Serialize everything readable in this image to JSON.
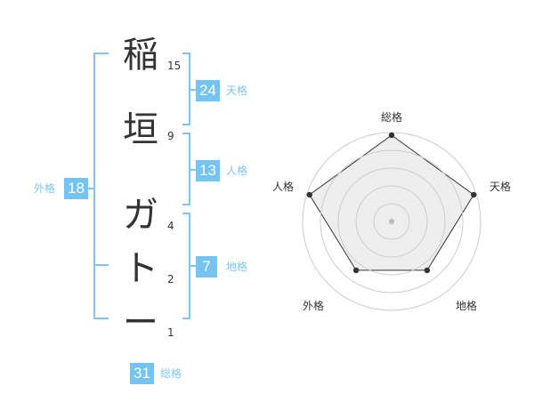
{
  "name": {
    "chars": [
      "稲",
      "垣",
      "ガ",
      "ト",
      "ー"
    ],
    "strokes": [
      "15",
      "9",
      "4",
      "2",
      "1"
    ]
  },
  "kakusu": {
    "tenkaku": {
      "value": "24",
      "label": "天格"
    },
    "jinkaku": {
      "value": "13",
      "label": "人格"
    },
    "chikaku": {
      "value": "7",
      "label": "地格"
    },
    "gaikaku": {
      "value": "18",
      "label": "外格"
    },
    "soukaku": {
      "value": "31",
      "label": "総格"
    }
  },
  "radar": {
    "axes": [
      "総格",
      "天格",
      "地格",
      "外格",
      "人格"
    ],
    "levels": 5,
    "values": [
      5,
      5,
      3.5,
      3.5,
      5
    ],
    "max": 5
  },
  "colors": {
    "accent": "#7fc6f2",
    "badge": "#74c3f0",
    "text": "#333333",
    "radar_line": "#333333",
    "radar_fill": "#eeeeee",
    "radar_grid": "#cccccc"
  }
}
